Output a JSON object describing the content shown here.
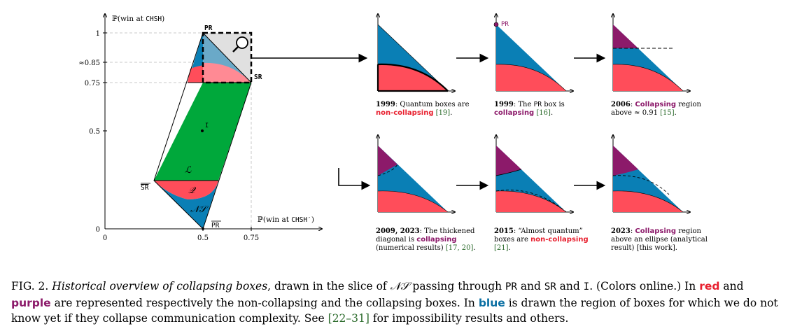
{
  "colors": {
    "red": "#ff4d5a",
    "light_red": "#ff8a94",
    "green": "#00a83b",
    "blue": "#0a7fb5",
    "light_blue": "#6aa9c8",
    "purple": "#8c1a6a",
    "grey": "#e0e0e0",
    "caption_red": "#e8202f",
    "caption_blue": "#0a6fa3"
  },
  "main_plot": {
    "y_axis_label": "ℙ(win at ",
    "y_axis_label_mono": "CHSH",
    "y_axis_label_end": ")",
    "x_axis_label": "ℙ(win at ",
    "x_axis_label_mono": "CHSH′",
    "x_axis_label_end": ")",
    "y_ticks": [
      "1",
      "≈0.85",
      "0.75",
      "0.5",
      "0"
    ],
    "x_ticks": [
      "0",
      "0.5",
      "0.75"
    ],
    "labels": {
      "pr": "PR",
      "sr": "SR",
      "i": "I",
      "sr_bar": "SR",
      "pr_bar": "PR",
      "local": "ℒ",
      "quantum": "𝒬",
      "ns": "𝒩𝒮"
    }
  },
  "panels": [
    {
      "year": "1999",
      "pre": ": Quantum boxes are ",
      "kw": "non-collapsing",
      "kw_color": "red",
      "post": " ",
      "ref": "[19]",
      "end": "."
    },
    {
      "year": "1999",
      "pre": ": The ",
      "mono": "PR",
      "pre2": " box is ",
      "kw": "collapsing",
      "kw_color": "purple",
      "post": " ",
      "ref": "[16]",
      "end": ".",
      "pr_label": "PR"
    },
    {
      "year": "2006",
      "pre": ": ",
      "kw": "Collapsing",
      "kw_color": "purple",
      "post": " region above ≈ 0.91 ",
      "ref": "[15]",
      "end": "."
    },
    {
      "year": "2009, 2023",
      "pre": ": The thickened diagonal is ",
      "kw": "collapsing",
      "kw_color": "purple",
      "post": " (numerical results) ",
      "ref": "[17, 20]",
      "end": "."
    },
    {
      "year": "2015",
      "pre": ": “Almost quantum” boxes are ",
      "kw": "non-collapsing",
      "kw_color": "red",
      "post": " ",
      "ref": "[21]",
      "end": "."
    },
    {
      "year": "2023",
      "pre": ": ",
      "kw": "Collapsing",
      "kw_color": "purple",
      "post": " region above an ellipse (analytical result) [this work]",
      "ref": "",
      "end": "."
    }
  ],
  "caption": {
    "fig_label": "FIG. 2.",
    "title_italic": "Historical overview of collapsing boxes",
    "text1": ", drawn in the slice of ",
    "ns": "𝒩𝒮",
    "text2": " passing through ",
    "pr": "PR",
    "text3": " and ",
    "sr": "SR",
    "text4": " and ",
    "i": "I",
    "text5": ". (Colors online.) In ",
    "red_word": "red",
    "text6": " and ",
    "purple_word": "purple",
    "text7": " are represented respectively the non-collapsing and the collapsing boxes. In ",
    "blue_word": "blue",
    "text8": " is drawn the region of boxes for which we do not know yet if they collapse communication complexity. See ",
    "refs": "[22–31]",
    "text9": " for impossibility results and others."
  }
}
